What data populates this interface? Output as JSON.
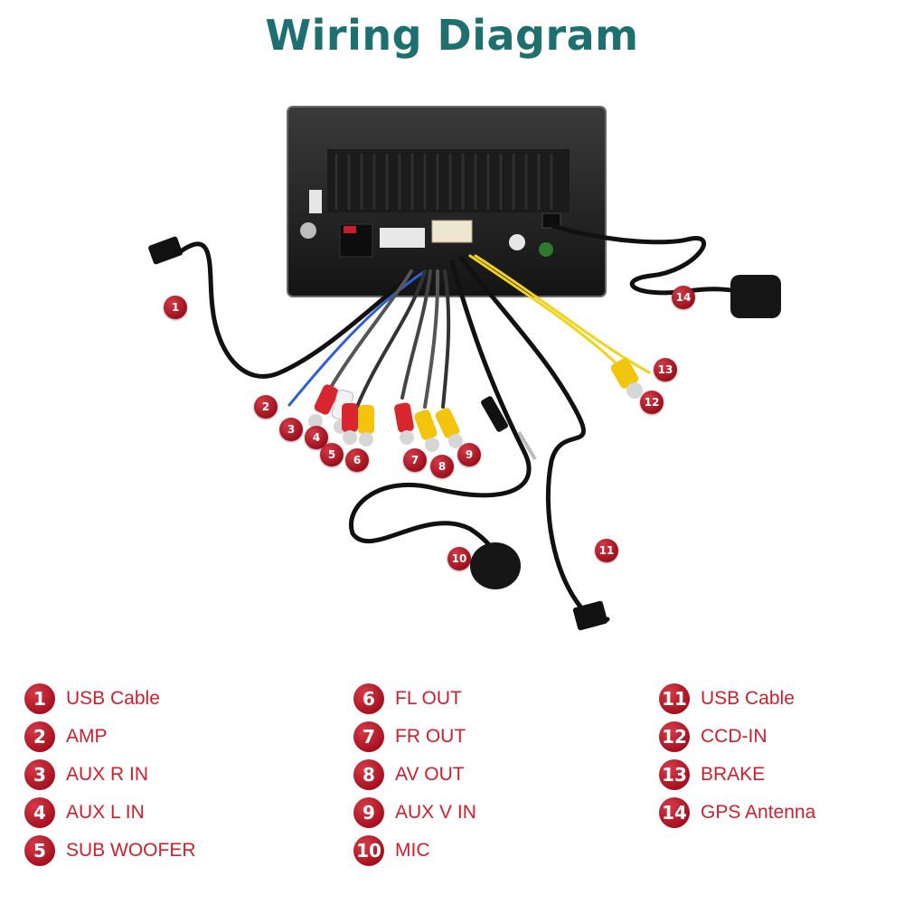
{
  "title": "Wiring Diagram",
  "callouts": [
    "1",
    "2",
    "3",
    "4",
    "5",
    "6",
    "7",
    "8",
    "9",
    "10",
    "11",
    "12",
    "13",
    "14"
  ],
  "legend": [
    {
      "num": "1",
      "label": "USB Cable"
    },
    {
      "num": "2",
      "label": "AMP"
    },
    {
      "num": "3",
      "label": "AUX R IN"
    },
    {
      "num": "4",
      "label": "AUX L IN"
    },
    {
      "num": "5",
      "label": "SUB WOOFER"
    },
    {
      "num": "6",
      "label": "FL OUT"
    },
    {
      "num": "7",
      "label": "FR OUT"
    },
    {
      "num": "8",
      "label": "AV OUT"
    },
    {
      "num": "9",
      "label": "AUX V IN"
    },
    {
      "num": "10",
      "label": "MIC"
    },
    {
      "num": "11",
      "label": "USB Cable"
    },
    {
      "num": "12",
      "label": "CCD-IN"
    },
    {
      "num": "13",
      "label": "BRAKE"
    },
    {
      "num": "14",
      "label": "GPS Antenna"
    }
  ],
  "colors": {
    "title": "#1e6f6f",
    "callout": "#b3131f",
    "legend_text": "#cf1f2c",
    "rca_red": "#d8262e",
    "rca_white": "#f2f2f2",
    "rca_yellow": "#f2c40c",
    "wire_blue": "#2d5fd6",
    "wire_yellow": "#f2d21a"
  }
}
